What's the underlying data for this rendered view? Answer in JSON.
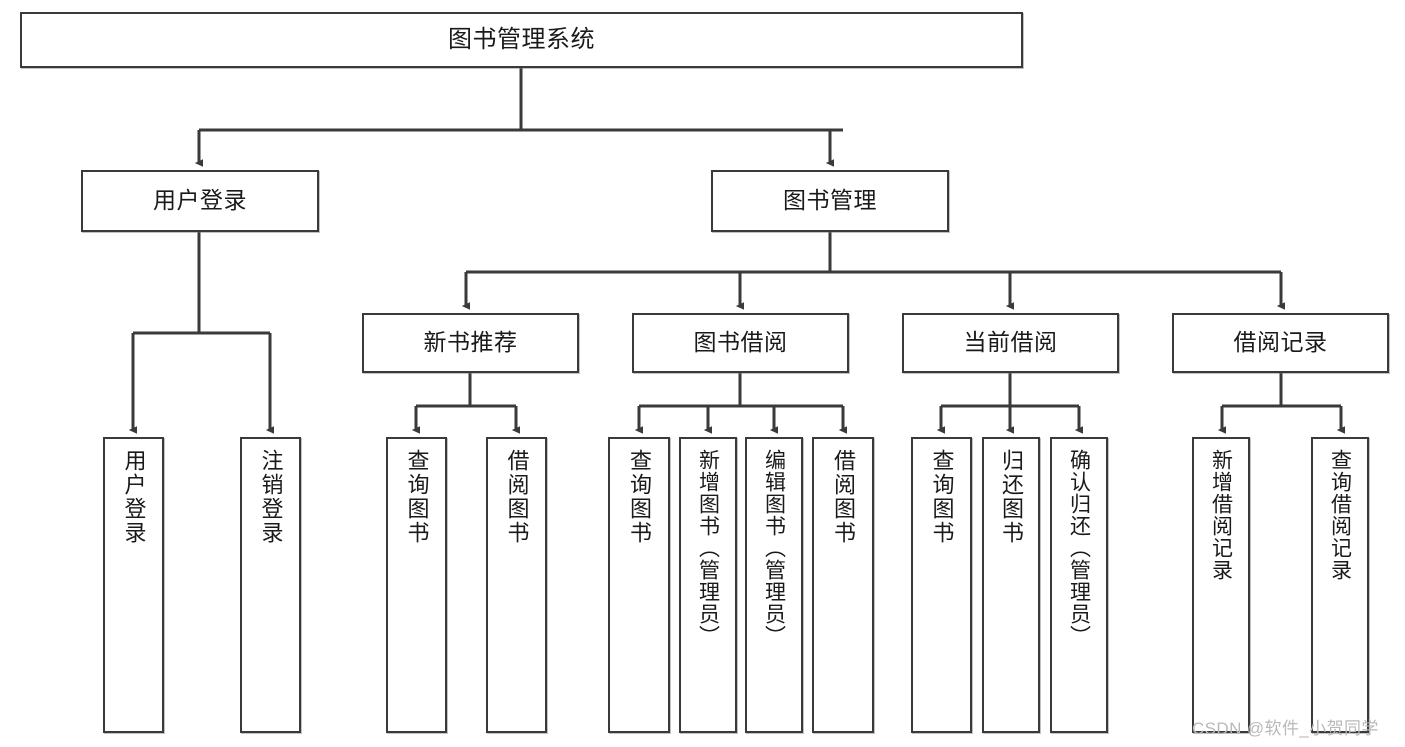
{
  "diagram": {
    "title": "图书管理系统",
    "type": "tree-hierarchy-chart",
    "orientation": "top-down",
    "colors": {
      "node_border": "#3a3a3a",
      "node_fill": "#ffffff",
      "edge": "#3a3a3a",
      "text": "#1a1a1a",
      "watermark": "#b9b9b9"
    },
    "root": {
      "label": "图书管理系统"
    },
    "level2": [
      {
        "label": "用户登录"
      },
      {
        "label": "图书管理"
      }
    ],
    "level3": [
      {
        "label": "新书推荐"
      },
      {
        "label": "图书借阅"
      },
      {
        "label": "当前借阅"
      },
      {
        "label": "借阅记录"
      }
    ],
    "leaves": {
      "user_login": [
        {
          "label": "用户登录"
        },
        {
          "label": "注销登录"
        }
      ],
      "new_book_recommend": [
        {
          "label": "查询图书"
        },
        {
          "label": "借阅图书"
        }
      ],
      "book_borrow": [
        {
          "label": "查询图书"
        },
        {
          "label": "新增图书（管理员）"
        },
        {
          "label": "编辑图书（管理员）"
        },
        {
          "label": "借阅图书"
        }
      ],
      "current_borrow": [
        {
          "label": "查询图书"
        },
        {
          "label": "归还图书"
        },
        {
          "label": "确认归还（管理员）"
        }
      ],
      "borrow_record": [
        {
          "label": "新增借阅记录"
        },
        {
          "label": "查询借阅记录"
        }
      ]
    },
    "watermark": "CSDN @软件_小贺同学"
  }
}
